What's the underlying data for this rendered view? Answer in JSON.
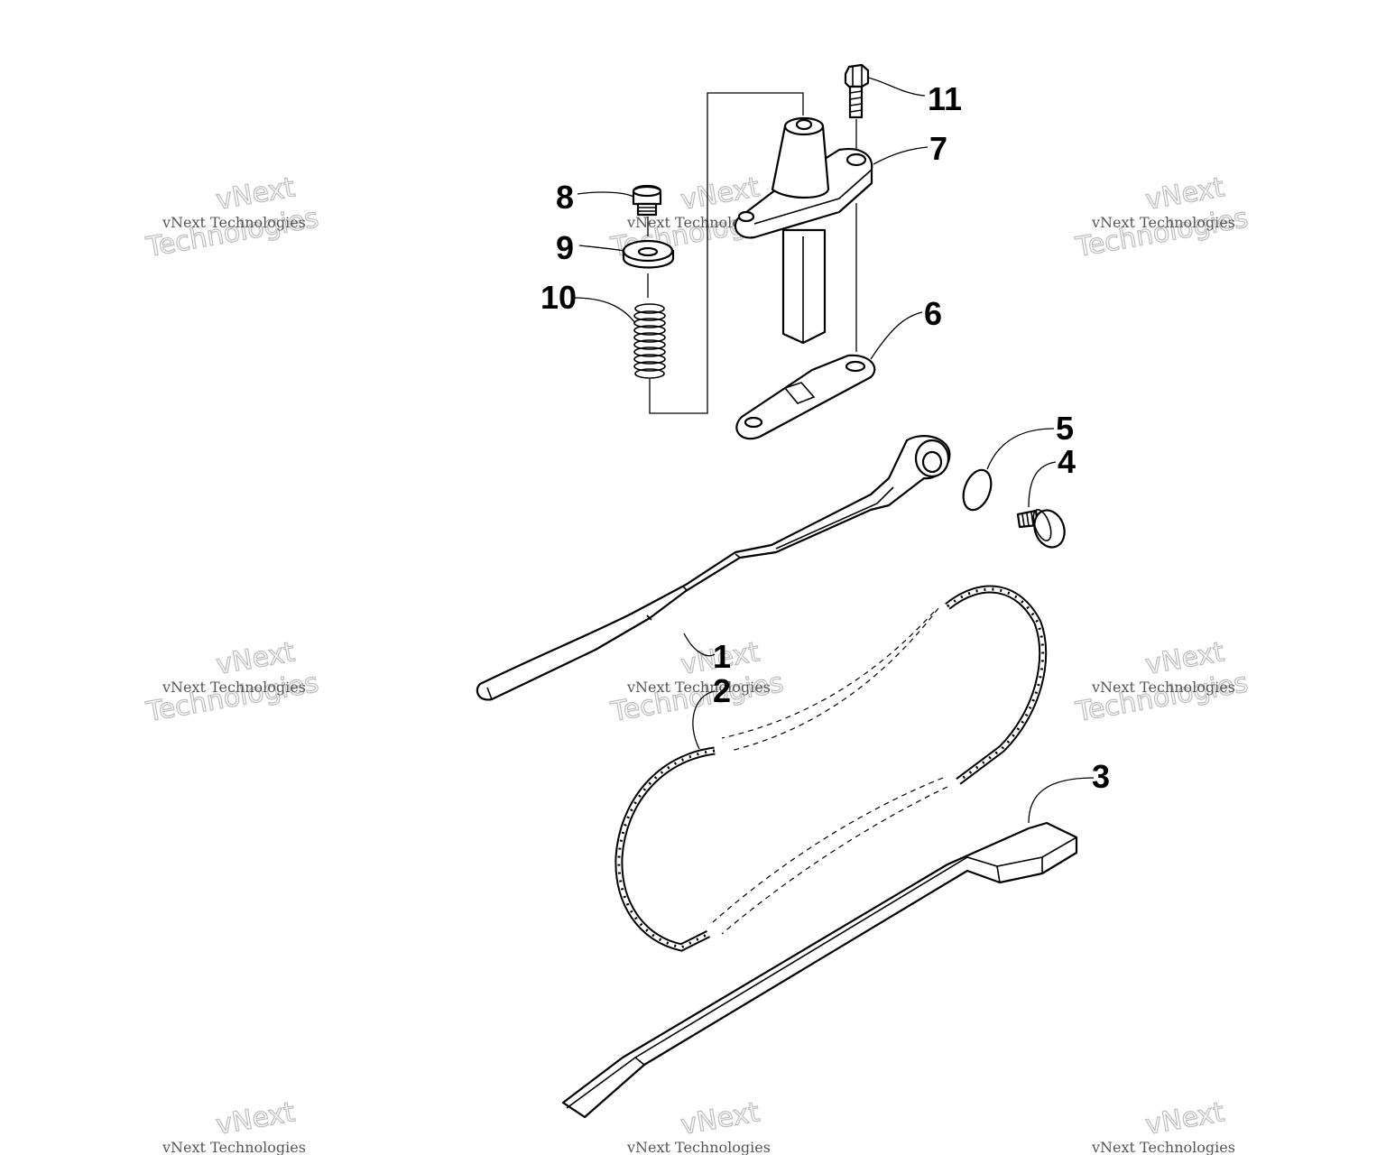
{
  "callouts": [
    {
      "id": "1",
      "label": "1"
    },
    {
      "id": "2",
      "label": "2"
    },
    {
      "id": "3",
      "label": "3"
    },
    {
      "id": "4",
      "label": "4"
    },
    {
      "id": "5",
      "label": "5"
    },
    {
      "id": "6",
      "label": "6"
    },
    {
      "id": "7",
      "label": "7"
    },
    {
      "id": "8",
      "label": "8"
    },
    {
      "id": "9",
      "label": "9"
    },
    {
      "id": "10",
      "label": "10"
    },
    {
      "id": "11",
      "label": "11"
    }
  ],
  "watermark": {
    "line1": "vNext Technologies",
    "line2a": "vNext",
    "line2b": "Technologies"
  }
}
